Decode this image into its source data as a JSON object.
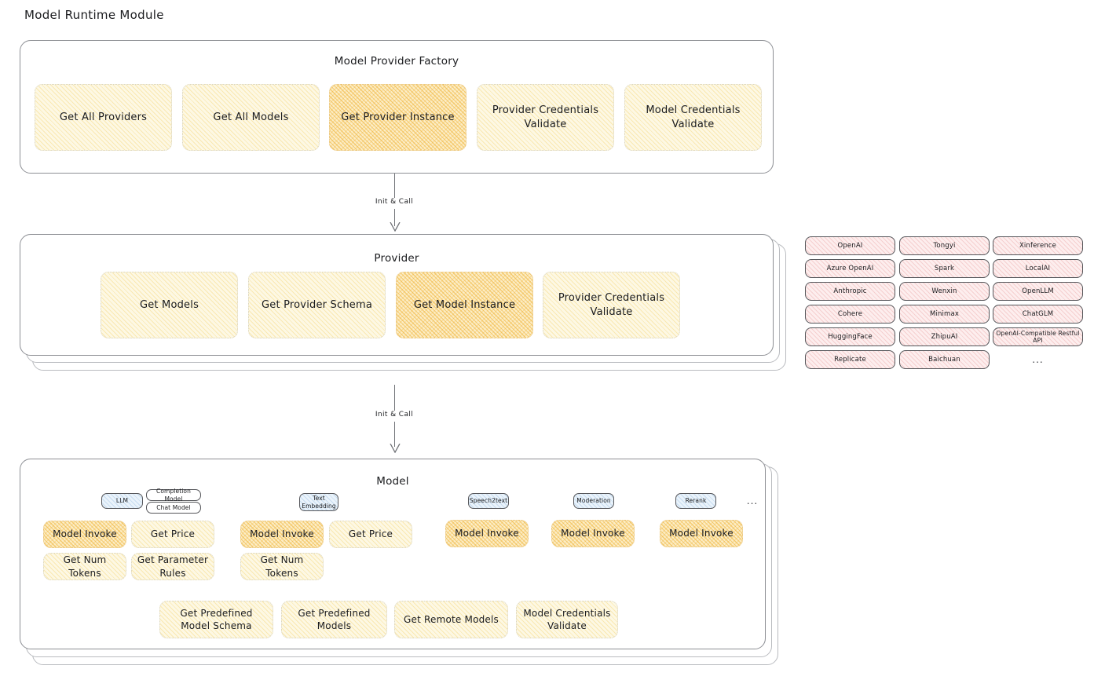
{
  "page_title": "Model Runtime Module",
  "colors": {
    "cream_fill": "#fdf8e4",
    "amber_fill": "#fcedc6",
    "chip_fill": "#fdeeee",
    "badge_blue": "#eaf3fb",
    "stroke": "#8d8f94",
    "text": "#1a1b1e"
  },
  "factory": {
    "title": "Model Provider Factory",
    "nodes": [
      {
        "label": "Get All Providers",
        "highlight": false
      },
      {
        "label": "Get All Models",
        "highlight": false
      },
      {
        "label": "Get Provider Instance",
        "highlight": true
      },
      {
        "label": "Provider Credentials Validate",
        "highlight": false
      },
      {
        "label": "Model Credentials Validate",
        "highlight": false
      }
    ]
  },
  "connector_1": {
    "label": "Init & Call"
  },
  "provider": {
    "title": "Provider",
    "nodes": [
      {
        "label": "Get Models",
        "highlight": false
      },
      {
        "label": "Get Provider Schema",
        "highlight": false
      },
      {
        "label": "Get Model Instance",
        "highlight": true
      },
      {
        "label": "Provider Credentials Validate",
        "highlight": false
      }
    ]
  },
  "connector_2": {
    "label": "Init & Call"
  },
  "provider_list": {
    "columns": [
      {
        "items": [
          "OpenAI",
          "Azure OpenAI",
          "Anthropic",
          "Cohere",
          "HuggingFace",
          "Replicate"
        ]
      },
      {
        "items": [
          "Tongyi",
          "Spark",
          "Wenxin",
          "Minimax",
          "ZhipuAI",
          "Baichuan"
        ]
      },
      {
        "items": [
          "Xinference",
          "LocalAI",
          "OpenLLM",
          "ChatGLM",
          "OpenAI-Compatible Restful API"
        ]
      }
    ],
    "more": "..."
  },
  "model": {
    "title": "Model",
    "more": "...",
    "types": [
      {
        "badge": "LLM",
        "badge_style": "blue",
        "sub_badges": [
          "Completion Model",
          "Chat Model"
        ],
        "nodes": [
          {
            "label": "Model Invoke",
            "highlight": true
          },
          {
            "label": "Get Price",
            "highlight": false
          },
          {
            "label": "Get Num Tokens",
            "highlight": false
          },
          {
            "label": "Get Parameter Rules",
            "highlight": false
          }
        ]
      },
      {
        "badge": "Text Embedding",
        "badge_style": "blue",
        "sub_badges": [],
        "nodes": [
          {
            "label": "Model Invoke",
            "highlight": true
          },
          {
            "label": "Get Price",
            "highlight": false
          },
          {
            "label": "Get Num Tokens",
            "highlight": false
          }
        ]
      },
      {
        "badge": "Speech2text",
        "badge_style": "blue",
        "sub_badges": [],
        "nodes": [
          {
            "label": "Model Invoke",
            "highlight": true
          }
        ]
      },
      {
        "badge": "Moderation",
        "badge_style": "blue",
        "sub_badges": [],
        "nodes": [
          {
            "label": "Model Invoke",
            "highlight": true
          }
        ]
      },
      {
        "badge": "Rerank",
        "badge_style": "blue",
        "sub_badges": [],
        "nodes": [
          {
            "label": "Model Invoke",
            "highlight": true
          }
        ]
      }
    ],
    "common_nodes": [
      {
        "label": "Get Predefined Model Schema"
      },
      {
        "label": "Get Predefined Models"
      },
      {
        "label": "Get Remote Models"
      },
      {
        "label": "Model Credentials Validate"
      }
    ]
  }
}
